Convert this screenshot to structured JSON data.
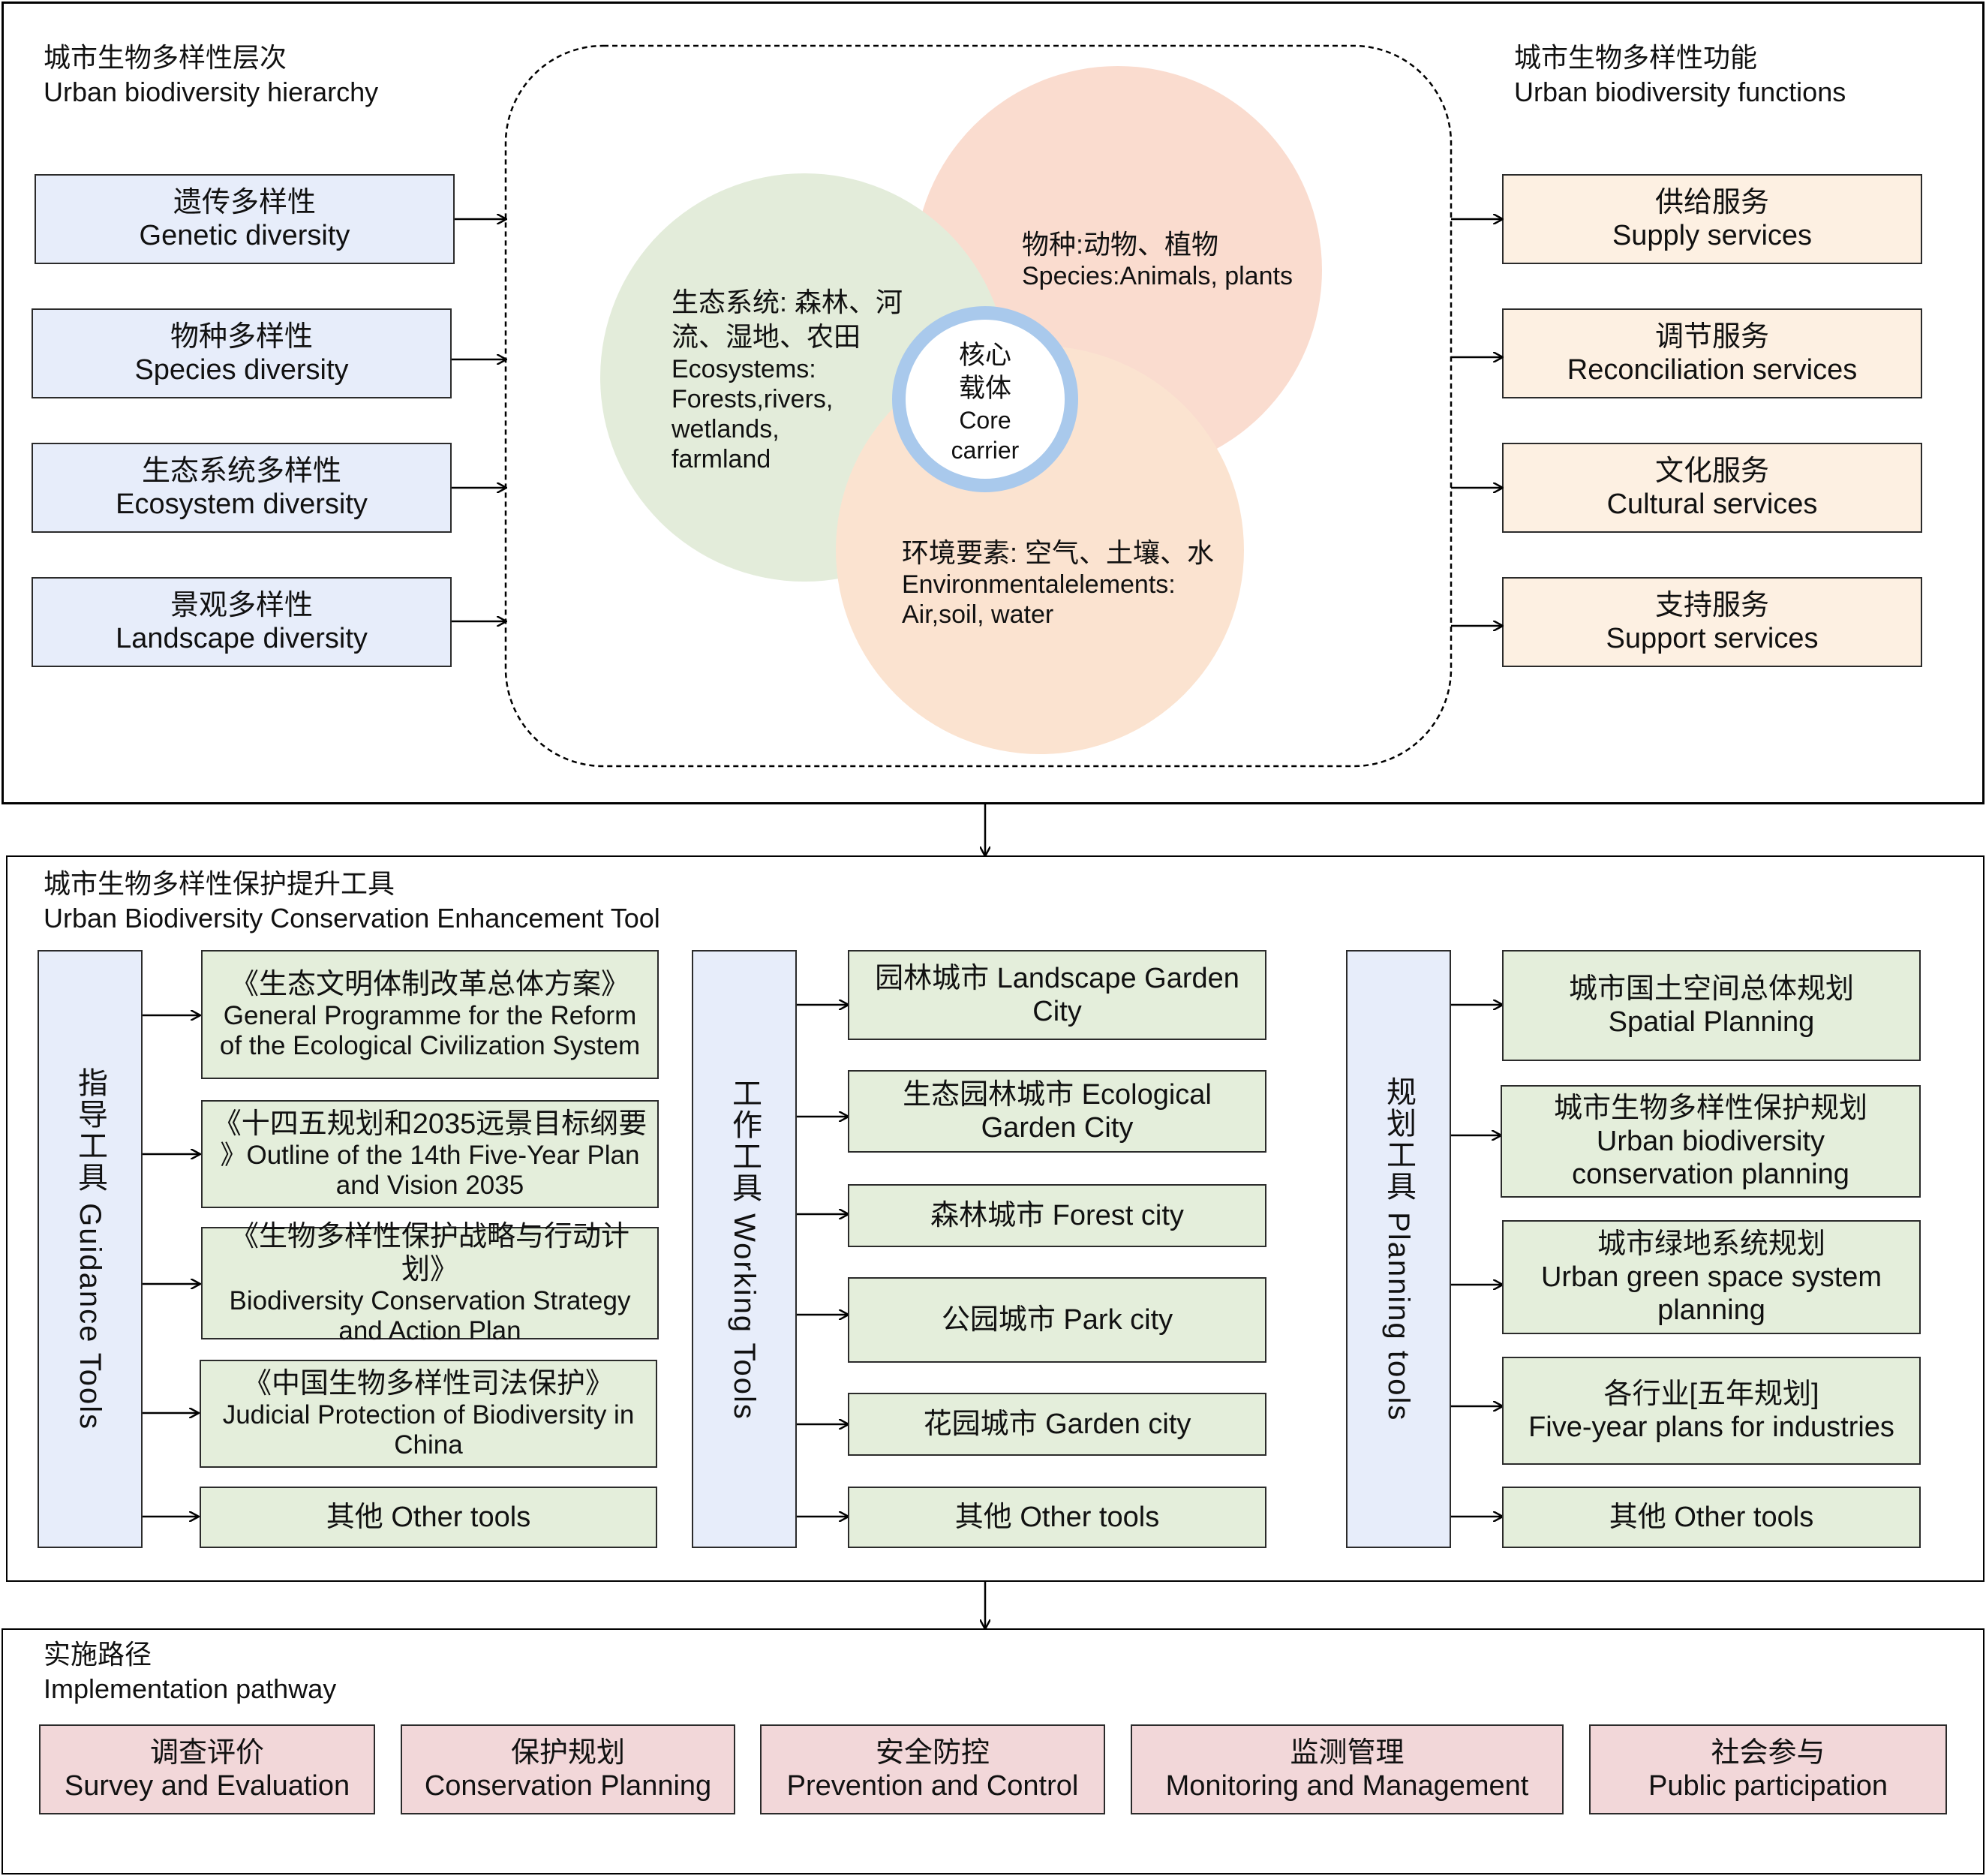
{
  "top": {
    "hierarchy_title_zh": "城市生物多样性层次",
    "hierarchy_title_en": "Urban biodiversity hierarchy",
    "functions_title_zh": "城市生物多样性功能",
    "functions_title_en": "Urban biodiversity functions",
    "hierarchy": [
      {
        "zh": "遗传多样性",
        "en": "Genetic diversity"
      },
      {
        "zh": "物种多样性",
        "en": "Species diversity"
      },
      {
        "zh": "生态系统多样性",
        "en": "Ecosystem diversity"
      },
      {
        "zh": "景观多样性",
        "en": "Landscape diversity"
      }
    ],
    "functions": [
      {
        "zh": "供给服务",
        "en": "Supply services"
      },
      {
        "zh": "调节服务",
        "en": "Reconciliation services"
      },
      {
        "zh": "文化服务",
        "en": "Cultural services"
      },
      {
        "zh": "支持服务",
        "en": "Support services"
      }
    ],
    "venn": {
      "ecosystems": [
        "生态系统: 森林、河",
        "流、湿地、农田",
        "Ecosystems:",
        "Forests,rivers,",
        "wetlands,",
        "farmland"
      ],
      "species": [
        "物种:动物、植物",
        "Species:Animals, plants"
      ],
      "environment": [
        "环境要素: 空气、土壤、水",
        "Environmentalelements:",
        "Air,soil, water"
      ],
      "core": [
        "核心",
        "载体",
        "Core",
        "carrier"
      ],
      "colors": {
        "ecosystems": "#e3ecda",
        "species": "#fadccf",
        "environment": "#fbe3d0",
        "core_ring": "#a9c9ec"
      }
    }
  },
  "middle": {
    "title_zh": "城市生物多样性保护提升工具",
    "title_en": "Urban Biodiversity Conservation Enhancement Tool",
    "guidance": {
      "label": "指导工具 Guidance Tools",
      "items": [
        [
          "《生态文明体制改革总体方案》",
          "General Programme for the Reform",
          "of the Ecological Civilization System"
        ],
        [
          "《十四五规划和2035远景目标纲要",
          "》Outline of the 14th Five-Year Plan",
          "and Vision 2035"
        ],
        [
          "《生物多样性保护战略与行动计划》",
          "Biodiversity Conservation Strategy",
          "and Action Plan"
        ],
        [
          "《中国生物多样性司法保护》",
          "Judicial Protection of Biodiversity in",
          "China"
        ],
        [
          "其他 Other tools"
        ]
      ]
    },
    "working": {
      "label": "工作工具 Working Tools",
      "items": [
        [
          "园林城市 Landscape Garden",
          "City"
        ],
        [
          "生态园林城市 Ecological",
          "Garden City"
        ],
        [
          "森林城市 Forest city"
        ],
        [
          "公园城市 Park city"
        ],
        [
          "花园城市 Garden city"
        ],
        [
          "其他 Other tools"
        ]
      ]
    },
    "planning": {
      "label": "规划工具 Planning tools",
      "items": [
        [
          "城市国土空间总体规划",
          "Spatial Planning"
        ],
        [
          "城市生物多样性保护规划",
          "Urban biodiversity",
          "conservation planning"
        ],
        [
          "城市绿地系统规划",
          "Urban green space system",
          "planning"
        ],
        [
          "各行业[五年规划]",
          "Five-year plans for industries"
        ],
        [
          "其他 Other tools"
        ]
      ]
    }
  },
  "bottom": {
    "title_zh": "实施路径",
    "title_en": "Implementation pathway",
    "items": [
      {
        "zh": "调查评价",
        "en": "Survey and Evaluation"
      },
      {
        "zh": "保护规划",
        "en": "Conservation Planning"
      },
      {
        "zh": "安全防控",
        "en": "Prevention and Control"
      },
      {
        "zh": "监测管理",
        "en": "Monitoring and Management"
      },
      {
        "zh": "社会参与",
        "en": "Public participation"
      }
    ]
  }
}
